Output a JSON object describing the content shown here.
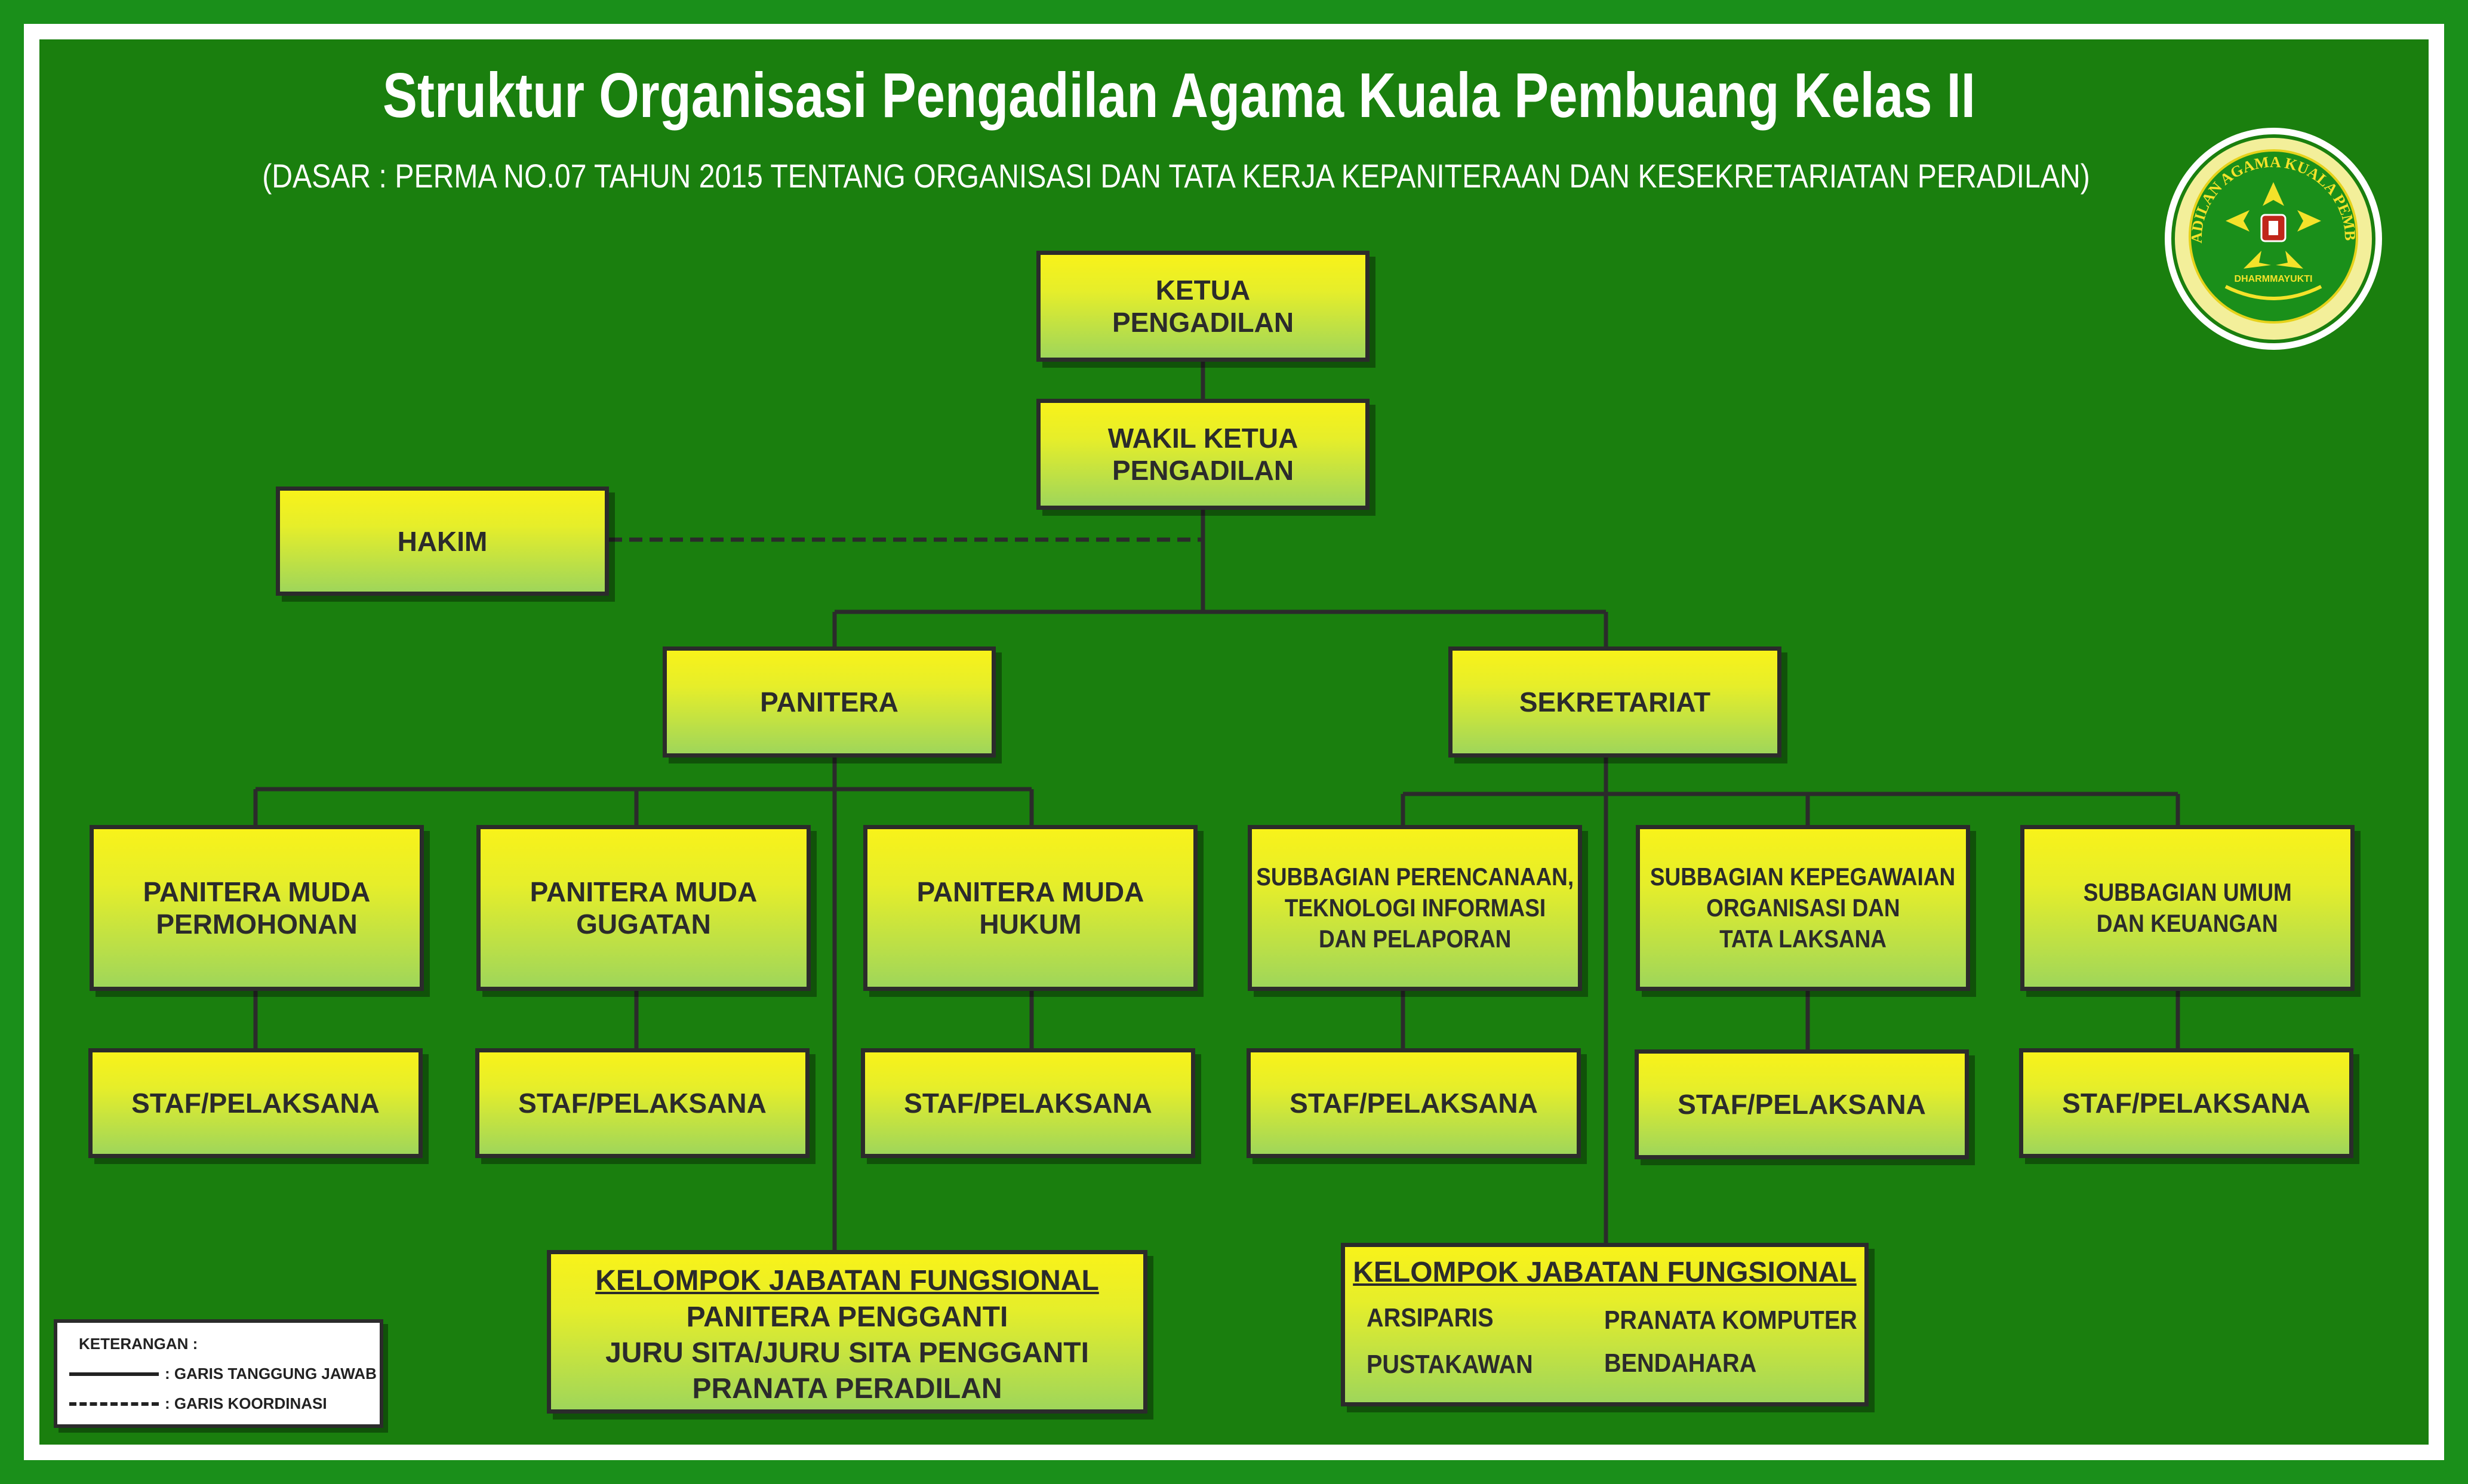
{
  "title": "Struktur Organisasi Pengadilan Agama Kuala Pembuang Kelas II",
  "subtitle": "(DASAR : PERMA NO.07 TAHUN 2015 TENTANG ORGANISASI DAN TATA KERJA KEPANITERAAN DAN KESEKRETARIATAN PERADILAN)",
  "logo": {
    "text": "PENGADILAN AGAMA KUALA PEMBUANG",
    "motto": "DHARMMAYUKTI"
  },
  "colors": {
    "background": "#1a7f0e",
    "box_top": "#f8f21a",
    "box_bottom": "#9fd65a",
    "border": "#2b2b2b"
  },
  "nodes": {
    "ketua": [
      "KETUA",
      "PENGADILAN"
    ],
    "wakil": [
      "WAKIL KETUA",
      "PENGADILAN"
    ],
    "hakim": "HAKIM",
    "panitera": "PANITERA",
    "sekretariat": "SEKRETARIAT",
    "pm_permohonan": [
      "PANITERA MUDA",
      "PERMOHONAN"
    ],
    "pm_gugatan": [
      "PANITERA MUDA",
      "GUGATAN"
    ],
    "pm_hukum": [
      "PANITERA MUDA",
      "HUKUM"
    ],
    "sub_perencanaan": [
      "SUBBAGIAN PERENCANAAN,",
      "TEKNOLOGI INFORMASI",
      "DAN PELAPORAN"
    ],
    "sub_kepegawaian": [
      "SUBBAGIAN KEPEGAWAIAN",
      "ORGANISASI DAN",
      "TATA LAKSANA"
    ],
    "sub_umum": [
      "SUBBAGIAN UMUM",
      "DAN KEUANGAN"
    ],
    "staf": "STAF/PELAKSANA"
  },
  "fungsional_panitera": {
    "heading": "KELOMPOK JABATAN FUNGSIONAL",
    "items": [
      "PANITERA PENGGANTI",
      "JURU SITA/JURU SITA PENGGANTI",
      "PRANATA PERADILAN"
    ]
  },
  "fungsional_sekretariat": {
    "heading": "KELOMPOK JABATAN FUNGSIONAL",
    "items": [
      "ARSIPARIS",
      "PRANATA KOMPUTER",
      "PUSTAKAWAN",
      "BENDAHARA"
    ]
  },
  "legend": {
    "title": "KETERANGAN :",
    "solid": ": GARIS TANGGUNG JAWAB",
    "dashed": ": GARIS KOORDINASI"
  }
}
